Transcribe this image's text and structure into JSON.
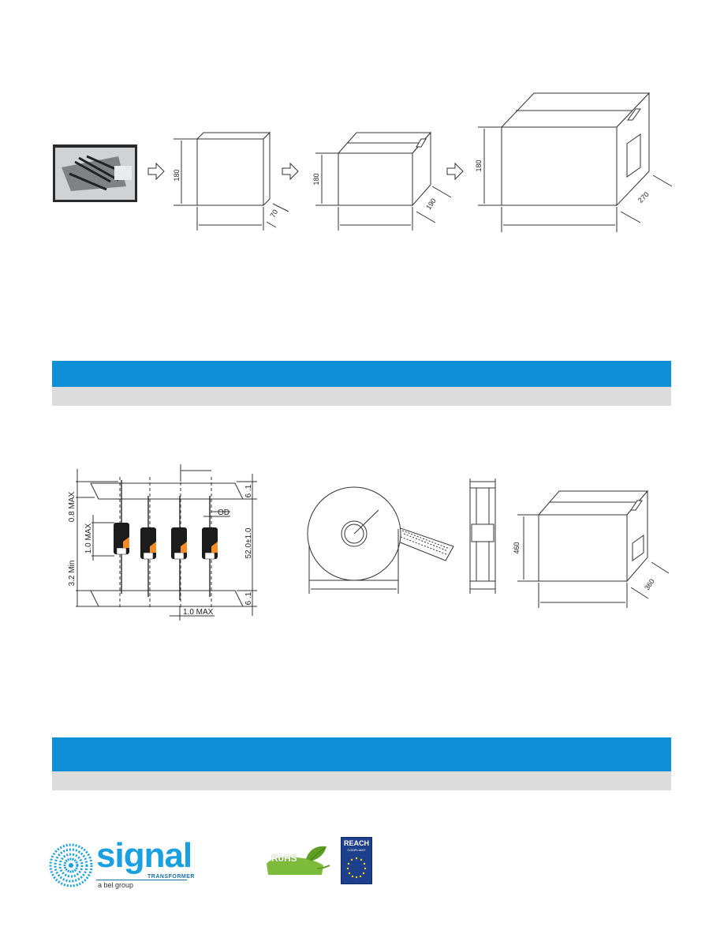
{
  "packaging_top": {
    "box1": {
      "height": "180",
      "depth": "70"
    },
    "box2": {
      "height": "180",
      "depth": "190"
    },
    "box3": {
      "height": "180",
      "depth": "270"
    }
  },
  "section1": {
    "title": "",
    "subtitle": ""
  },
  "tape_drawing": {
    "dim_lead_top": "0.8 MAX",
    "dim_body_pos": "1.0 MAX",
    "dim_lead_min": "3.2 Min",
    "dim_tape_top": "6 .1",
    "dim_tape_bottom": "6 .1",
    "dim_span": "52.0±1.0",
    "dim_od": "OD",
    "dim_bottom": "1.0 MAX"
  },
  "reel_box": {
    "height": "460",
    "depth": "360"
  },
  "section2": {
    "title": "",
    "subtitle": ""
  },
  "footer": {
    "logo_word": "signal",
    "logo_sub": "TRANSFORMER",
    "logo_tagline": "a bel group",
    "rohs_label": "RoHS",
    "reach_label": "REACH",
    "reach_sub": "COMPLIANT"
  },
  "colors": {
    "band_blue": "#0f8fd6",
    "band_gray": "#dcdcdc",
    "brand_blue": "#1aa0e0"
  }
}
